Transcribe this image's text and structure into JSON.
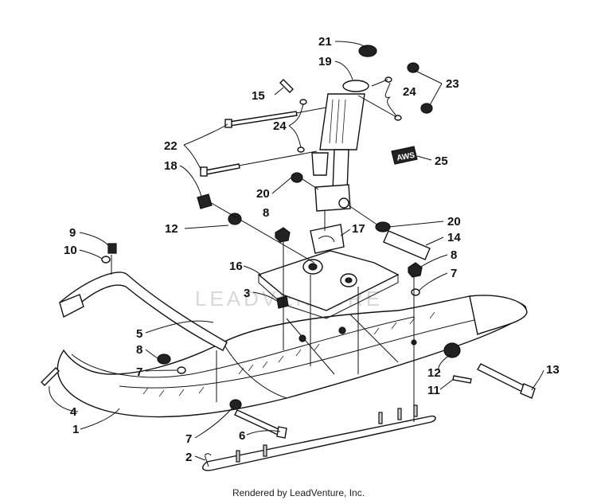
{
  "footer": "Rendered by LeadVenture, Inc.",
  "watermark": "LEADVENTURE",
  "decal_text": "AWS",
  "callouts": [
    "21",
    "19",
    "23",
    "24",
    "15",
    "24",
    "22",
    "18",
    "25",
    "20",
    "8",
    "17",
    "20",
    "12",
    "9",
    "10",
    "14",
    "16",
    "8",
    "3",
    "7",
    "5",
    "8",
    "7",
    "12",
    "13",
    "11",
    "4",
    "1",
    "7",
    "6",
    "2"
  ]
}
